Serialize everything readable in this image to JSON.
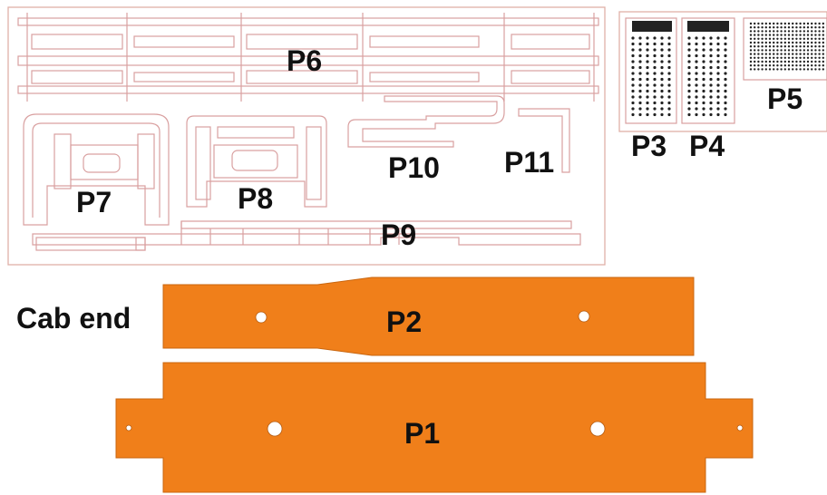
{
  "colors": {
    "part_fill": "#f07f1a",
    "cut_line": "#d9a0a0",
    "label": "#111111"
  },
  "labels": {
    "p1": "P1",
    "p2": "P2",
    "p3": "P3",
    "p4": "P4",
    "p5": "P5",
    "p6": "P6",
    "p7": "P7",
    "p8": "P8",
    "p9": "P9",
    "p10": "P10",
    "p11": "P11",
    "cab_end": "Cab end"
  }
}
